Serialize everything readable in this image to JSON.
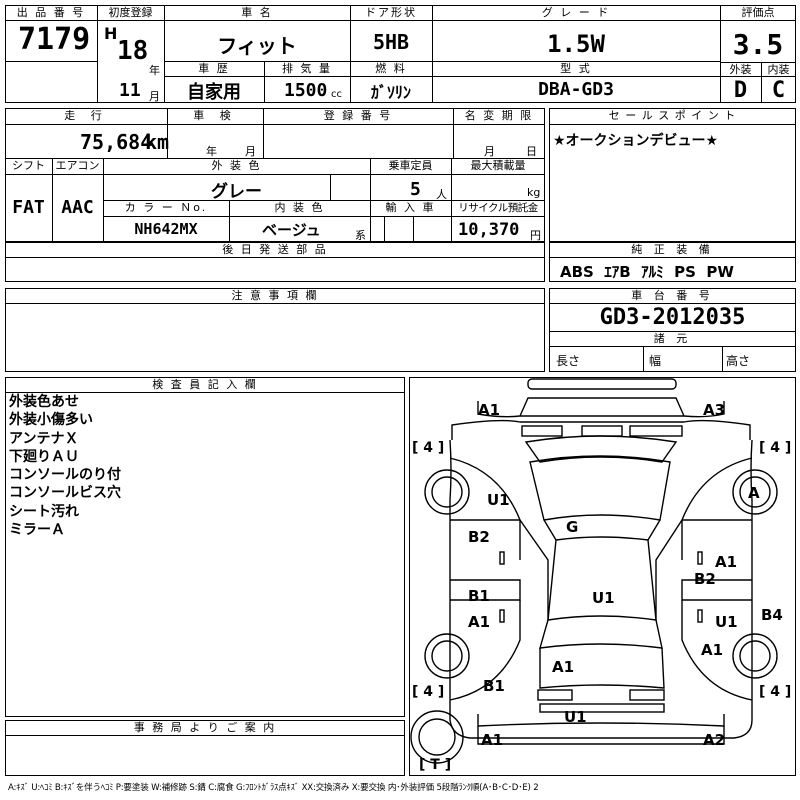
{
  "header": {
    "lot_no_label": "出 品 番 号",
    "lot_no": "7179",
    "first_reg_label": "初度登録",
    "era": "H",
    "year": "18",
    "year_unit": "年",
    "month": "11",
    "month_unit": "月",
    "car_name_label": "車 名",
    "car_name": "フィット",
    "history_label": "車 歴",
    "history": "自家用",
    "displacement_label": "排 気 量",
    "displacement": "1500",
    "displacement_unit": "cc",
    "door_label": "ドア形状",
    "door": "5HB",
    "fuel_label": "燃 料",
    "fuel": "ｶﾞｿﾘﾝ",
    "grade_label": "グ レ ー ド",
    "grade": "1.5W",
    "model_label": "型 式",
    "model": "DBA-GD3",
    "score_label": "評価点",
    "score": "3.5",
    "exterior_label": "外装",
    "exterior": "D",
    "interior_label": "内装",
    "interior": "C"
  },
  "row2": {
    "mileage_label": "走 行",
    "mileage": "75,684",
    "mileage_unit": "km",
    "inspection_label": "車 検",
    "inspection_year_unit": "年",
    "inspection_month_unit": "月",
    "registration_label": "登 録 番 号",
    "name_change_label": "名 変 期 限",
    "name_change_month_unit": "月",
    "name_change_day_unit": "日",
    "sales_point_label": "セ ー ル ス ポ イ ン ト",
    "sales_point": "★オークションデビュー★"
  },
  "row3": {
    "shift_label": "シフト",
    "shift": "FAT",
    "ac_label": "エアコン",
    "ac": "AAC",
    "color_label": "外 装 色",
    "color": "グレー",
    "color_no_label": "カ ラ ー Ｎo.",
    "color_no": "NH642MX",
    "interior_color_label": "内 装 色",
    "interior_color": "ベージュ",
    "interior_color_unit": "系",
    "capacity_label": "乗車定員",
    "capacity": "5",
    "capacity_unit": "人",
    "max_load_label": "最大積載量",
    "max_load_unit": "kg",
    "import_label": "輸 入 車",
    "recycle_label": "リサイクル預託金",
    "recycle": "10,370",
    "recycle_unit": "円"
  },
  "delivery_label": "後 日 発 送 部 品",
  "equipment_label": "純 正 装 備",
  "equipment": "ABS  ｴｱB  ｱﾙﾐ  PS  PW",
  "caution_label": "注 意 事 項 欄",
  "chassis_label": "車 台 番 号",
  "chassis": "GD3-2012035",
  "dims_label": "諸 元",
  "length_label": "長さ",
  "width_label": "幅",
  "height_label": "高さ",
  "inspector_label": "検 査 員 記 入 欄",
  "inspector_notes": [
    "外装色あせ",
    "外装小傷多い",
    "アンテナＸ",
    "下廻りＡＵ",
    "コンソールのり付",
    "コンソールビス穴",
    "シート汚れ",
    "ミラーＡ"
  ],
  "office_label": "事 務 局 よ り ご 案 内",
  "diagram": {
    "tire_fl": "[ 4 ]",
    "tire_fr": "[ 4 ]",
    "tire_rl": "[ 4 ]",
    "tire_rr": "[ 4 ]",
    "spare": "[ T ]",
    "marks": [
      "A1",
      "A3",
      "U1",
      "A",
      "G",
      "B2",
      "A1",
      "B2",
      "B1",
      "U1",
      "A1",
      "U1",
      "B4",
      "A1",
      "A1",
      "B1",
      "U1",
      "A1",
      "A2"
    ]
  },
  "legend": "A:ｷｽﾞ  U:ﾍｺﾐ  B:ｷｽﾞを伴うﾍｺﾐ  P:要塗装  W:補修跡  S:錆  C:腐食  G:ﾌﾛﾝﾄｶﾞﾗｽ点ｷｽﾞ  XX:交換済み  X:要交換  内･外装評価  5段階ﾗﾝｸ順(A･B･C･D･E) 2"
}
